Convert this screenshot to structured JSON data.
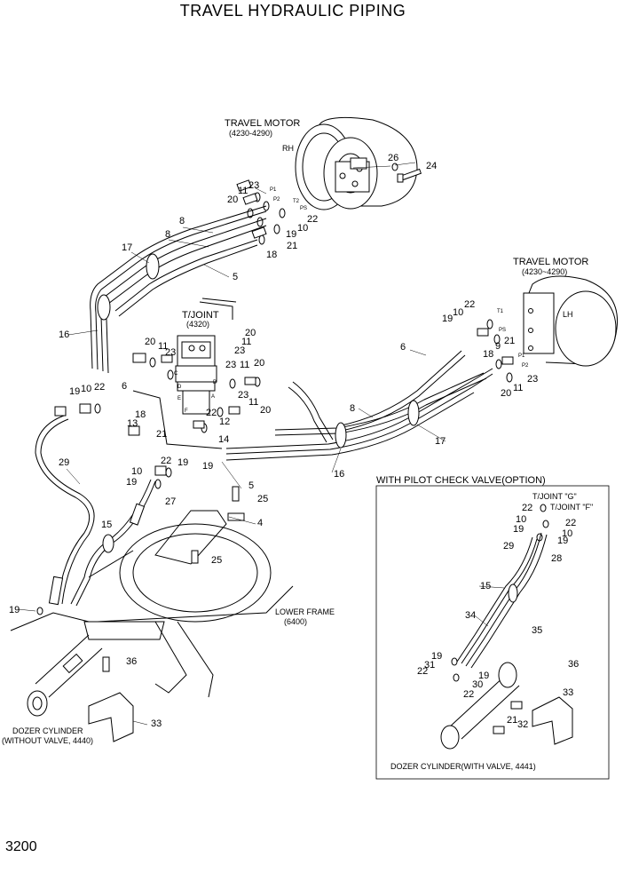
{
  "title": "TRAVEL HYDRAULIC PIPING",
  "page_number": "3200",
  "labels": {
    "travel_motor_rh_title": "TRAVEL MOTOR",
    "travel_motor_rh_ref": "(4230-4290)",
    "rh": "RH",
    "travel_motor_lh_title": "TRAVEL MOTOR",
    "travel_motor_lh_ref": "(4230~4290)",
    "lh": "LH",
    "tjoint_title": "T/JOINT",
    "tjoint_ref": "(4320)",
    "lower_frame_title": "LOWER FRAME",
    "lower_frame_ref": "(6400)",
    "dozer_left_title": "DOZER CYLINDER",
    "dozer_left_ref": "(WITHOUT VALVE, 4440)",
    "option_heading": "WITH PILOT CHECK VALVE(OPTION)",
    "tjoint_g": "T/JOINT \"G\"",
    "tjoint_f": "T/JOINT \"F\"",
    "dozer_right": "DOZER CYLINDER(WITH VALVE, 4441)",
    "port_p1": "P1",
    "port_p2": "P2",
    "port_t2": "T2",
    "port_ps": "PS",
    "port_t1": "T1",
    "port_a": "A",
    "port_b": "B",
    "port_c": "C",
    "port_d": "D",
    "port_e": "E",
    "port_f": "F"
  },
  "callouts": [
    {
      "n": "26"
    },
    {
      "n": "24"
    },
    {
      "n": "23"
    },
    {
      "n": "11"
    },
    {
      "n": "20"
    },
    {
      "n": "8"
    },
    {
      "n": "8"
    },
    {
      "n": "22"
    },
    {
      "n": "10"
    },
    {
      "n": "19"
    },
    {
      "n": "21"
    },
    {
      "n": "18"
    },
    {
      "n": "17"
    },
    {
      "n": "5"
    },
    {
      "n": "16"
    },
    {
      "n": "20"
    },
    {
      "n": "11"
    },
    {
      "n": "23"
    },
    {
      "n": "20"
    },
    {
      "n": "11"
    },
    {
      "n": "23"
    },
    {
      "n": "6"
    },
    {
      "n": "19"
    },
    {
      "n": "10"
    },
    {
      "n": "22"
    },
    {
      "n": "18"
    },
    {
      "n": "21"
    },
    {
      "n": "13"
    },
    {
      "n": "23"
    },
    {
      "n": "11"
    },
    {
      "n": "20"
    },
    {
      "n": "23"
    },
    {
      "n": "22"
    },
    {
      "n": "12"
    },
    {
      "n": "11"
    },
    {
      "n": "20"
    },
    {
      "n": "14"
    },
    {
      "n": "22"
    },
    {
      "n": "19"
    },
    {
      "n": "10"
    },
    {
      "n": "19"
    },
    {
      "n": "19"
    },
    {
      "n": "5"
    },
    {
      "n": "16"
    },
    {
      "n": "8"
    },
    {
      "n": "17"
    },
    {
      "n": "29"
    },
    {
      "n": "27"
    },
    {
      "n": "25"
    },
    {
      "n": "4"
    },
    {
      "n": "25"
    },
    {
      "n": "15"
    },
    {
      "n": "19"
    },
    {
      "n": "36"
    },
    {
      "n": "33"
    },
    {
      "n": "22"
    },
    {
      "n": "10"
    },
    {
      "n": "19"
    },
    {
      "n": "6"
    },
    {
      "n": "21"
    },
    {
      "n": "18"
    },
    {
      "n": "9"
    },
    {
      "n": "11"
    },
    {
      "n": "23"
    },
    {
      "n": "20"
    },
    {
      "n": "22"
    },
    {
      "n": "10"
    },
    {
      "n": "22"
    },
    {
      "n": "19"
    },
    {
      "n": "10"
    },
    {
      "n": "29"
    },
    {
      "n": "19"
    },
    {
      "n": "28"
    },
    {
      "n": "15"
    },
    {
      "n": "34"
    },
    {
      "n": "35"
    },
    {
      "n": "19"
    },
    {
      "n": "31"
    },
    {
      "n": "22"
    },
    {
      "n": "19"
    },
    {
      "n": "30"
    },
    {
      "n": "22"
    },
    {
      "n": "36"
    },
    {
      "n": "33"
    },
    {
      "n": "21"
    },
    {
      "n": "32"
    }
  ]
}
